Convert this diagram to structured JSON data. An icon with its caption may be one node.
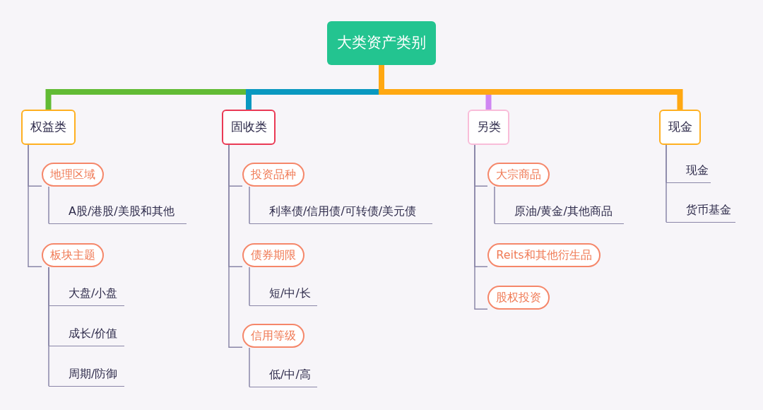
{
  "diagram": {
    "nodes": [
      {
        "text": [
          "大类资产类别"
        ]
      },
      {
        "text": [
          "权益类"
        ]
      },
      {
        "text": [
          "地理区域"
        ]
      },
      {
        "text": [
          "A股/港股/美股和其他"
        ]
      },
      {
        "text": [
          "板块主题"
        ]
      },
      {
        "text": [
          "大盘/小盘"
        ]
      },
      {
        "text": [
          "成长/价值"
        ]
      },
      {
        "text": [
          "周期/防御"
        ]
      },
      {
        "text": [
          "固收类"
        ]
      },
      {
        "text": [
          "投资品种"
        ]
      },
      {
        "text": [
          "利率债/信用债/可转债/美元债"
        ]
      },
      {
        "text": [
          "债券期限"
        ]
      },
      {
        "text": [
          "短/中/长"
        ]
      },
      {
        "text": [
          "信用等级"
        ]
      },
      {
        "text": [
          "低/中/高"
        ]
      },
      {
        "text": [
          "另类"
        ]
      },
      {
        "text": [
          "大宗商品"
        ]
      },
      {
        "text": [
          "原油/黄金/其他商品"
        ]
      },
      {
        "text": [
          "Reits和其他衍生品"
        ]
      },
      {
        "text": [
          "股权投资"
        ]
      },
      {
        "text": [
          "现金"
        ]
      },
      {
        "text": [
          "现金"
        ]
      },
      {
        "text": [
          "货币基金"
        ]
      }
    ],
    "edges": [
      {
        "from": 0,
        "to": 1,
        "arrow": "none",
        "style": "thick",
        "color": "#62bb35"
      },
      {
        "from": 0,
        "to": 8,
        "arrow": "none",
        "style": "thick",
        "color": "#0a98c0"
      },
      {
        "from": 0,
        "to": 15,
        "arrow": "none",
        "style": "thick",
        "color": "#cf86f2"
      },
      {
        "from": 0,
        "to": 20,
        "arrow": "none",
        "style": "thick",
        "color": "#ffa812"
      },
      {
        "from": 1,
        "to": 2,
        "arrow": "none"
      },
      {
        "from": 2,
        "to": 3,
        "arrow": "none"
      },
      {
        "from": 1,
        "to": 4,
        "arrow": "none"
      },
      {
        "from": 4,
        "to": 5,
        "arrow": "none"
      },
      {
        "from": 4,
        "to": 6,
        "arrow": "none"
      },
      {
        "from": 4,
        "to": 7,
        "arrow": "none"
      },
      {
        "from": 8,
        "to": 9,
        "arrow": "none"
      },
      {
        "from": 9,
        "to": 10,
        "arrow": "none"
      },
      {
        "from": 8,
        "to": 11,
        "arrow": "none"
      },
      {
        "from": 11,
        "to": 12,
        "arrow": "none"
      },
      {
        "from": 8,
        "to": 13,
        "arrow": "none"
      },
      {
        "from": 13,
        "to": 14,
        "arrow": "none"
      },
      {
        "from": 15,
        "to": 16,
        "arrow": "none"
      },
      {
        "from": 16,
        "to": 17,
        "arrow": "none"
      },
      {
        "from": 15,
        "to": 18,
        "arrow": "none"
      },
      {
        "from": 15,
        "to": 19,
        "arrow": "none"
      },
      {
        "from": 20,
        "to": 21,
        "arrow": "none"
      },
      {
        "from": 20,
        "to": 22,
        "arrow": "none"
      }
    ]
  }
}
